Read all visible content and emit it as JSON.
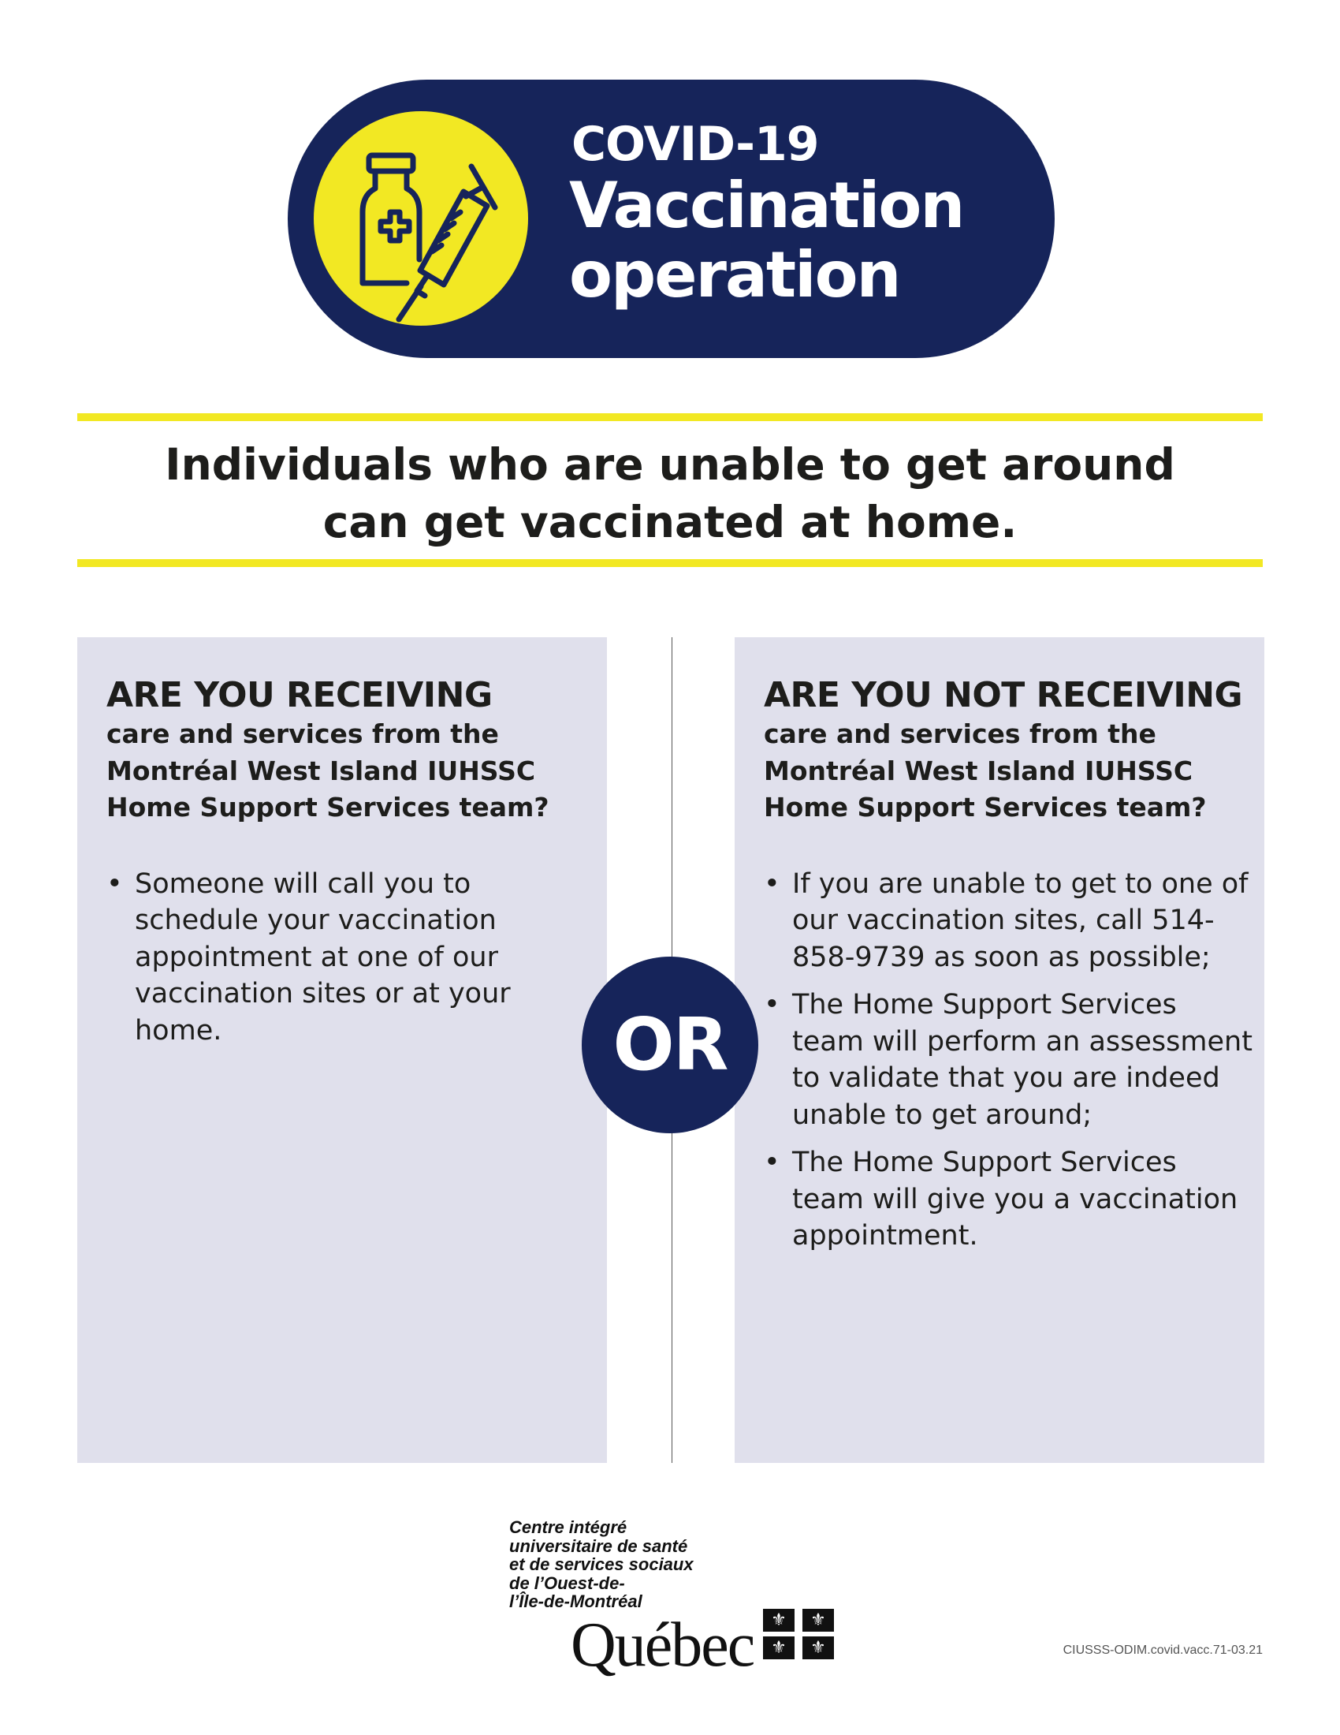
{
  "header": {
    "line1": "COVID-19",
    "line2": "Vaccination",
    "line3": "operation"
  },
  "headline": {
    "line1": "Individuals who are unable to get around",
    "line2": "can get vaccinated at home."
  },
  "left_panel": {
    "heading": "ARE YOU RECEIVING",
    "sub": [
      "care and services from the",
      "Montréal West Island IUHSSC",
      "Home Support Services team?"
    ],
    "bullets": [
      "Someone will call you to schedule your vaccination appointment at one of our vaccination sites or at your home."
    ]
  },
  "or_label": "OR",
  "right_panel": {
    "heading": "ARE YOU NOT RECEIVING",
    "sub": [
      "care and services from the",
      "Montréal West Island IUHSSC",
      "Home Support Services team?"
    ],
    "bullets": [
      "If you are unable to get to one of our vaccination sites, call 514-858-9739 as soon as possible;",
      "The Home Support Services team will perform an assessment to validate that you are indeed unable to get around;",
      "The Home Support Services team will give you a vaccination appointment."
    ]
  },
  "footer": {
    "org_lines": [
      "Centre intégré",
      "universitaire de santé",
      "et de services sociaux",
      "de l’Ouest-de-",
      "l’Île-de-Montréal"
    ],
    "quebec": "Québec",
    "code": "CIUSSS-ODIM.covid.vacc.71-03.21"
  },
  "colors": {
    "navy": "#16245a",
    "yellow": "#f2e823",
    "panel": "#e0e0ec"
  }
}
